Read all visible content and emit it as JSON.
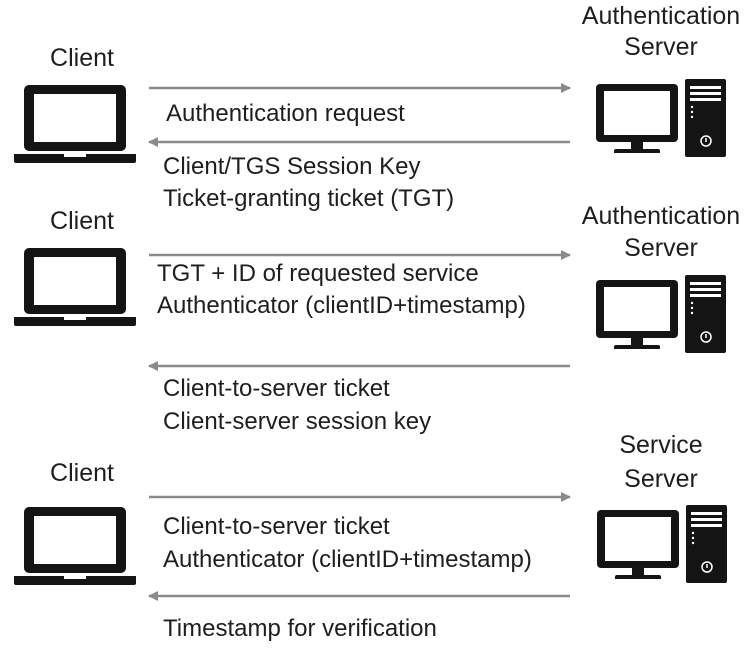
{
  "steps": [
    {
      "client_label": "Client",
      "server_label": [
        "Authentication",
        "Server"
      ],
      "to_server": [
        "Authentication request"
      ],
      "to_client": [
        "Client/TGS Session Key",
        "Ticket-granting ticket (TGT)"
      ]
    },
    {
      "client_label": "Client",
      "server_label": [
        "Authentication",
        "Server"
      ],
      "to_server": [
        "TGT + ID of requested service",
        "Authenticator (clientID+timestamp)"
      ],
      "to_client": [
        "Client-to-server ticket",
        "Client-server session key"
      ]
    },
    {
      "client_label": "Client",
      "server_label": [
        "Service",
        "Server"
      ],
      "to_server": [
        "Client-to-server ticket",
        "Authenticator (clientID+timestamp)"
      ],
      "to_client": [
        "Timestamp for verification"
      ]
    }
  ],
  "icons": {
    "client": "laptop-icon",
    "server": "desktop-computer-icon"
  },
  "colors": {
    "arrow": "#8a8a8a",
    "icon": "#141414",
    "text": "#1e1e1e"
  }
}
